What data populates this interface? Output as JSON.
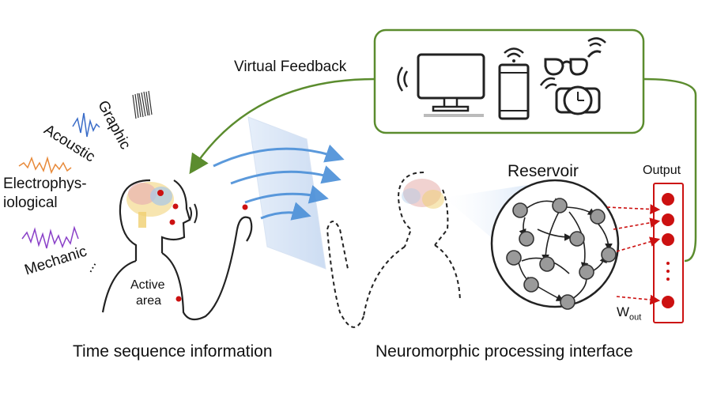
{
  "labels": {
    "virtual_feedback": "Virtual Feedback",
    "graphic": "Graphic",
    "acoustic": "Acoustic",
    "electrophys": "Electrophys-",
    "iological": "iological",
    "mechanic": "Mechanic",
    "ellipsis": "...",
    "active": "Active",
    "area": "area",
    "reservoir": "Reservoir",
    "output": "Output",
    "w_out_base": "W",
    "w_out_sub": "out",
    "time_sequence": "Time sequence information",
    "neuromorphic": "Neuromorphic processing interface"
  },
  "devices": [
    "wifi-icon",
    "monitor-icon",
    "phone-icon",
    "glasses-icon",
    "watch-icon"
  ],
  "colors": {
    "feedback_green": "#5b8c2e",
    "output_red": "#cc1111",
    "reservoir_node": "#9a9a9a",
    "wave_blue": "#4a8fd8",
    "brain_pink": "#e8b4b0",
    "brain_yellow": "#f0d070",
    "brain_blue": "#a8c8e8"
  }
}
